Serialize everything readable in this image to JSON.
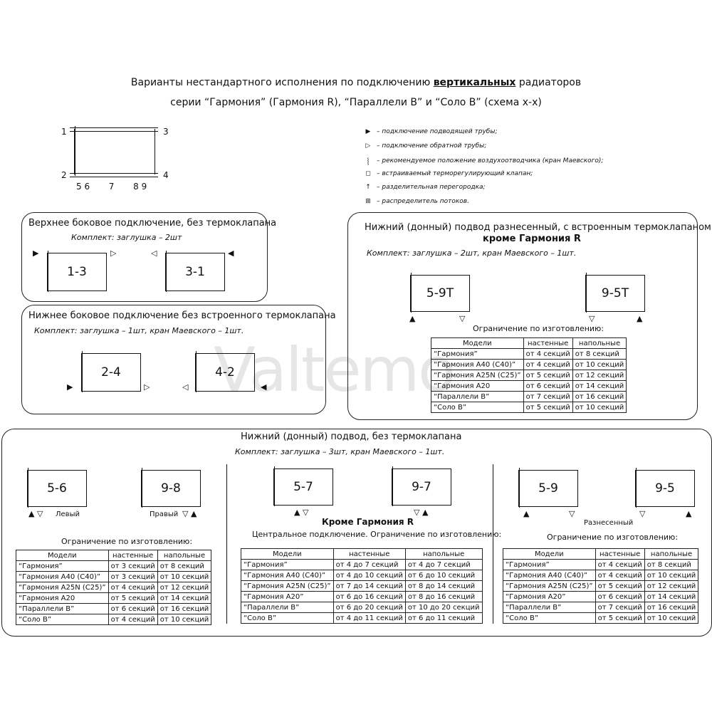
{
  "header": {
    "line1_pre": "Варианты нестандартного исполнения по подключению ",
    "line1_bold": "вертикальных",
    "line1_post": " радиаторов",
    "line2": "серии “Гармония” (Гармония R), “Параллели В” и “Соло В”   (схема х-х)"
  },
  "schema": {
    "n1": "1",
    "n3": "3",
    "n2": "2",
    "n4": "4",
    "bottom_nums": "5 6       7       8 9"
  },
  "legend": [
    {
      "icon": "filled-triangle-icon",
      "glyph": "▶",
      "text": "– подключение подводящей трубы;"
    },
    {
      "icon": "hollow-triangle-icon",
      "glyph": "▷",
      "text": "– подключение обратной трубы;"
    },
    {
      "icon": "air-valve-icon",
      "glyph": "⸾",
      "text": "– рекомендуемое положение воздухоотводчика (кран Маевского);"
    },
    {
      "icon": "thermo-valve-icon",
      "glyph": "◻",
      "text": "– встраиваемый терморегулирующий клапан;"
    },
    {
      "icon": "partition-icon",
      "glyph": "↑",
      "text": "– разделительная перегородка;"
    },
    {
      "icon": "flow-distributor-icon",
      "glyph": "⊞",
      "text": "– распределитель потоков."
    }
  ],
  "box_top_side": {
    "title": "Верхнее боковое подключение, без термоклапана",
    "sub": "Комплект: заглушка – 2шт",
    "rad1": "1-3",
    "rad2": "3-1"
  },
  "box_bottom_side": {
    "title": "Нижнее боковое подключение без встроенного термоклапана",
    "sub": "Комплект: заглушка – 1шт, кран Маевского – 1шт.",
    "rad1": "2-4",
    "rad2": "4-2"
  },
  "box_thermo": {
    "title": "Нижний (донный) подвод разнесенный, с встроенным термоклапаном",
    "title_bold": "кроме Гармония R",
    "sub": "Комплект: заглушка – 2шт, кран Маевского – 1шт.",
    "rad1": "5-9T",
    "rad2": "9-5T",
    "limit": "Ограничение по изготовлению:",
    "table": {
      "headers": [
        "Модели",
        "настенные",
        "напольные"
      ],
      "rows": [
        [
          "“Гармония”",
          "от 4 секций",
          "от 8 секций"
        ],
        [
          "“Гармония А40 (С40)”",
          "от 4 секций",
          "от 10 секций"
        ],
        [
          "“Гармония А25N (С25)”",
          "от 5 секций",
          "от 12 секций"
        ],
        [
          "“Гармония А20",
          "от 6 секций",
          "от 14 секций"
        ],
        [
          "“Параллели В”",
          "от 7 секций",
          "от 16 секций"
        ],
        [
          "“Соло В”",
          "от 5 секций",
          "от 10 секций"
        ]
      ]
    }
  },
  "box_bottom": {
    "title": "Нижний (донный) подвод, без термоклапана",
    "sub": "Комплект: заглушка – 3шт, кран Маевского – 1шт.",
    "left": {
      "rad1": "5-6",
      "rad2": "9-8",
      "cap1": "Левый",
      "cap2": "Правый",
      "limit": "Ограничение по изготовлению:",
      "table": {
        "headers": [
          "Модели",
          "настенные",
          "напольные"
        ],
        "rows": [
          [
            "“Гармония”",
            "от 3 секций",
            "от 8 секций"
          ],
          [
            "“Гармония А40 (С40)”",
            "от 3 секций",
            "от 10 секций"
          ],
          [
            "“Гармония А25N (С25)”",
            "от 4 секций",
            "от 12 секций"
          ],
          [
            "“Гармония А20",
            "от 5 секций",
            "от 14 секций"
          ],
          [
            "“Параллели В”",
            "от 6 секций",
            "от 16 секций"
          ],
          [
            "“Соло В”",
            "от 4 секций",
            "от 10 секций"
          ]
        ]
      }
    },
    "mid": {
      "rad1": "5-7",
      "rad2": "9-7",
      "bold": "Кроме Гармония R",
      "limit": "Центральное подключение. Ограничение по изготовлению:",
      "table": {
        "headers": [
          "Модели",
          "настенные",
          "напольные"
        ],
        "rows": [
          [
            "“Гармония”",
            "от 4 до 7 секций",
            "от 4 до 7 секций"
          ],
          [
            "“Гармония А40 (С40)”",
            "от 4 до 10 секций",
            "от 6 до 10 секций"
          ],
          [
            "“Гармония А25N (С25)”",
            "от 7 до 14 секций",
            "от 8 до 14 секций"
          ],
          [
            "“Гармония А20”",
            "от 6 до 16 секций",
            "от 8 до 16 секций"
          ],
          [
            "“Параллели В”",
            "от 6 до 20 секций",
            "от 10 до 20 секций"
          ],
          [
            "“Соло В”",
            "от 4 до 11 секций",
            "от 6 до 11 секций"
          ]
        ]
      }
    },
    "right": {
      "rad1": "5-9",
      "rad2": "9-5",
      "cap": "Разнесенный",
      "limit": "Ограничение по изготовлению:",
      "table": {
        "headers": [
          "Модели",
          "настенные",
          "напольные"
        ],
        "rows": [
          [
            "“Гармония”",
            "от 4 секций",
            "от 8 секций"
          ],
          [
            "“Гармония А40 (С40)”",
            "от 4 секций",
            "от 10 секций"
          ],
          [
            "“Гармония А25N (С25)”",
            "от 5 секций",
            "от 12 секций"
          ],
          [
            "“Гармония А20”",
            "от 6 секций",
            "от 14 секций"
          ],
          [
            "“Параллели В”",
            "от 7 секций",
            "от 16 секций"
          ],
          [
            "“Соло В”",
            "от 5 секций",
            "от 10 секций"
          ]
        ]
      }
    }
  },
  "watermark": "Valtemo"
}
